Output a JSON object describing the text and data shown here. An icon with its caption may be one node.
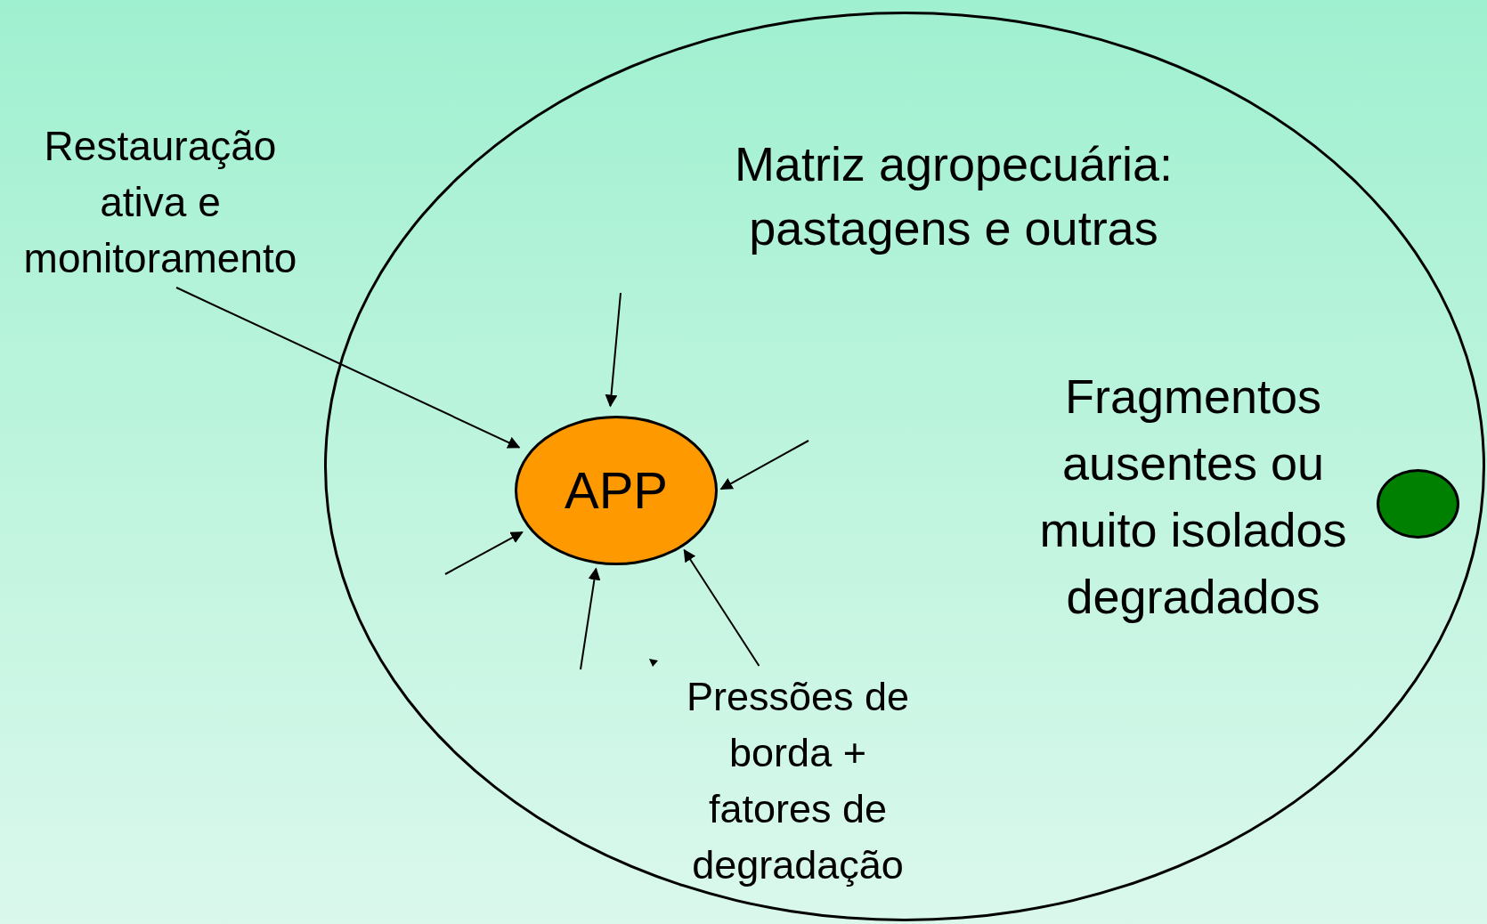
{
  "diagram": {
    "nodes": [
      {
        "text": [
          "Matriz agropecuária: pastagens e outras"
        ]
      },
      {
        "text": [
          "Restauração ativa e monitoramento"
        ]
      },
      {
        "text": [
          "APP"
        ],
        "in": 0
      },
      {
        "text": [],
        "shape": "circle",
        "in": 0,
        "beside": [
          "Fragmentos ausentes ou muito isolados degradados"
        ]
      },
      {
        "text": [
          "Pressões de borda + fatores de degradação"
        ],
        "in": 0
      }
    ],
    "edges": [
      {
        "from": 1,
        "to": 2,
        "arrow": "to"
      },
      {
        "from": null,
        "to": 2,
        "arrow": "to"
      },
      {
        "from": null,
        "to": 2,
        "arrow": "to"
      },
      {
        "from": null,
        "to": 2,
        "arrow": "to"
      },
      {
        "from": null,
        "to": 2,
        "arrow": "to"
      },
      {
        "from": 4,
        "to": 2,
        "arrow": "to"
      }
    ]
  }
}
